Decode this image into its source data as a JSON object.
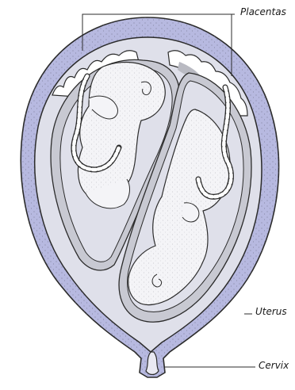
{
  "labels": {
    "placentas": "Placentas",
    "uterus": "Uterus",
    "cervix": "Cervix"
  },
  "colors": {
    "uterus_wall": "#b7b9e0",
    "amnion_fill": "#dfe0ea",
    "membrane": "#c8c9d2",
    "fluid_dark": "#b9bac2",
    "outline": "#2b2b2b",
    "fetus_skin": "#f4f4f7"
  }
}
